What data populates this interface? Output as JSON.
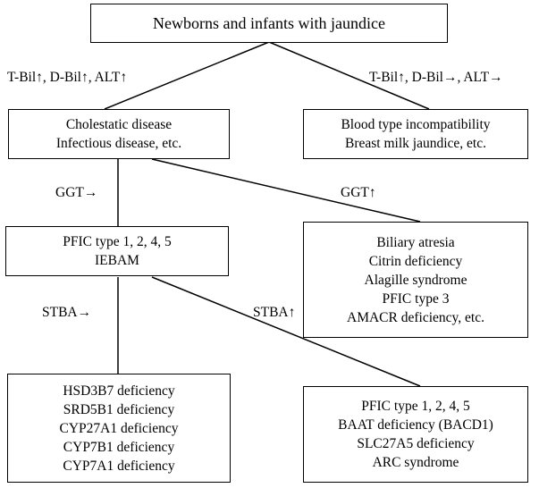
{
  "diagram": {
    "root": "Newborns and infants with jaundice",
    "left_branch_label": "T-Bil↑, D-Bil↑, ALT↑",
    "right_branch_label": "T-Bil↑, D-Bil→, ALT→",
    "cholestatic": [
      "Cholestatic disease",
      "Infectious disease, etc."
    ],
    "blood_type": [
      "Blood type incompatibility",
      "Breast milk jaundice, etc."
    ],
    "ggt_normal_label": "GGT→",
    "ggt_high_label": "GGT↑",
    "pfic_group": [
      "PFIC type 1, 2, 4, 5",
      "IEBAM"
    ],
    "biliary_group": [
      "Biliary atresia",
      "Citrin deficiency",
      "Alagille syndrome",
      "PFIC type 3",
      "AMACR deficiency, etc."
    ],
    "stba_normal_label": "STBA→",
    "stba_high_label": "STBA↑",
    "hsd_group": [
      "HSD3B7 deficiency",
      "SRD5B1 deficiency",
      "CYP27A1 deficiency",
      "CYP7B1 deficiency",
      "CYP7A1 deficiency"
    ],
    "baat_group": [
      "PFIC type 1, 2, 4, 5",
      "BAAT deficiency (BACD1)",
      "SLC27A5 deficiency",
      "ARC syndrome"
    ]
  }
}
